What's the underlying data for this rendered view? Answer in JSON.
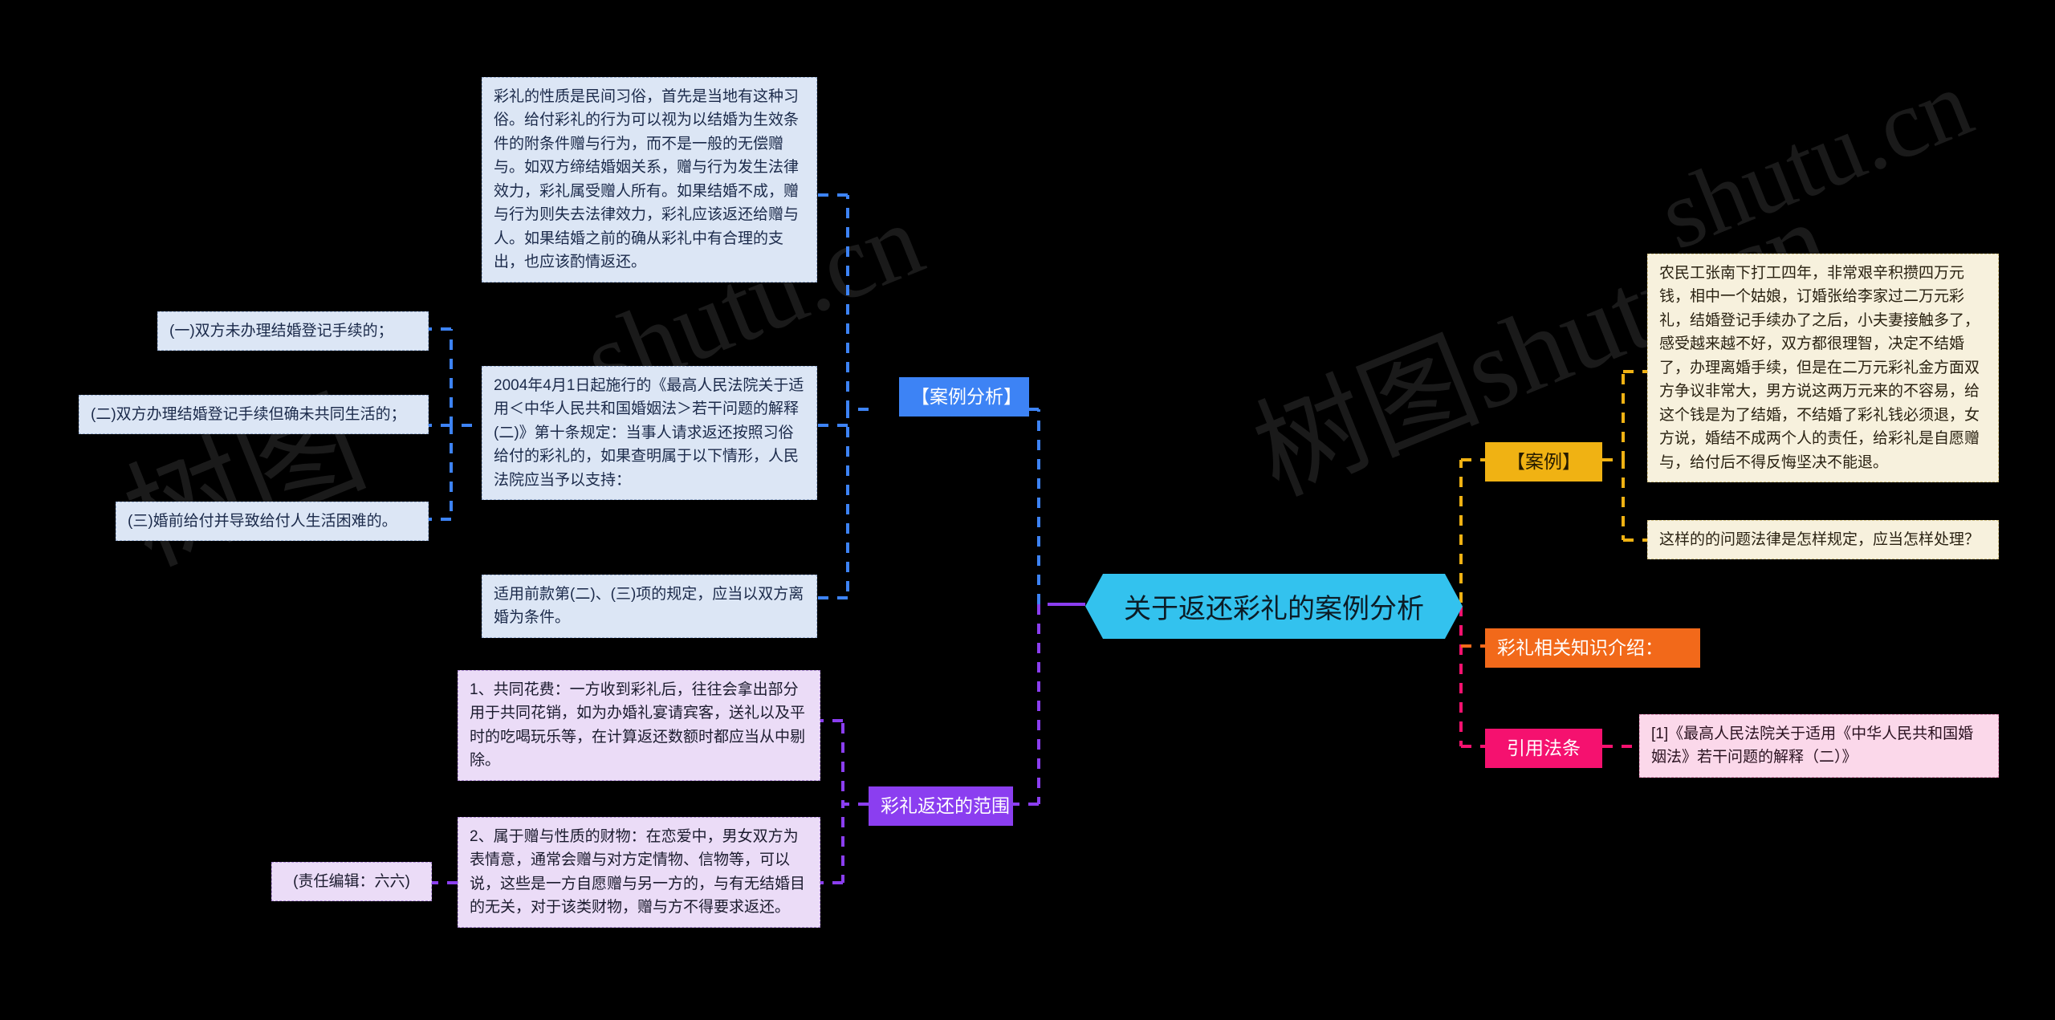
{
  "title": "关于返还彩礼的案例分析",
  "root": {
    "label": "关于返还彩礼的案例分析",
    "color": "#33c2ee"
  },
  "watermarks": [
    "shutu.cn",
    "树图",
    "树图shutu.cn",
    "shutu.cn"
  ],
  "branches": {
    "case_analysis": {
      "chip_label": "【案例分析】",
      "chip_color": "#3d83f5",
      "nodes": {
        "nature": "彩礼的性质是民间习俗，首先是当地有这种习俗。给付彩礼的行为可以视为以结婚为生效条件的附条件赠与行为，而不是一般的无偿赠与。如双方缔结婚姻关系，赠与行为发生法律效力，彩礼属受赠人所有。如果结婚不成，赠与行为则失去法律效力，彩礼应该返还给赠与人。如果结婚之前的确从彩礼中有合理的支出，也应该酌情返还。",
        "interpretation": "2004年4月1日起施行的《最高人民法院关于适用＜中华人民共和国婚姻法＞若干问题的解释(二)》第十条规定：当事人请求返还按照习俗给付的彩礼的，如果查明属于以下情形，人民法院应当予以支持：",
        "item1": "(一)双方未办理结婚登记手续的；",
        "item2": "(二)双方办理结婚登记手续但确未共同生活的；",
        "item3": "(三)婚前给付并导致给付人生活困难的。",
        "divorce_condition": "适用前款第(二)、(三)项的规定，应当以双方离婚为条件。"
      }
    },
    "return_scope": {
      "chip_label": "彩礼返还的范围",
      "chip_color": "#8b3ef0",
      "nodes": {
        "shared_cost": "1、共同花费：一方收到彩礼后，往往会拿出部分用于共同花销，如为办婚礼宴请宾客，送礼以及平时的吃喝玩乐等，在计算返还数额时都应当从中剔除。",
        "gift_property": "2、属于赠与性质的财物：在恋爱中，男女双方为表情意，通常会赠与对方定情物、信物等，可以说，这些是一方自愿赠与另一方的，与有无结婚目的无关，对于该类财物，赠与方不得要求返还。",
        "editor": "(责任编辑：六六)"
      }
    },
    "case": {
      "chip_label": "【案例】",
      "chip_color": "#f0b213",
      "nodes": {
        "story": "农民工张南下打工四年，非常艰辛积攒四万元钱，相中一个姑娘，订婚张给李家过二万元彩礼，结婚登记手续办了之后，小夫妻接触多了，感受越来越不好，双方都很理智，决定不结婚了，办理离婚手续，但是在二万元彩礼金方面双方争议非常大，男方说这两万元来的不容易，给这个钱是为了结婚，不结婚了彩礼钱必须退，女方说，婚结不成两个人的责任，给彩礼是自愿赠与，给付后不得反悔坚决不能退。",
        "question": "这样的的问题法律是怎样规定，应当怎样处理？"
      }
    },
    "knowledge": {
      "chip_label": "彩礼相关知识介绍：",
      "chip_color": "#f2691a"
    },
    "citation": {
      "chip_label": "引用法条",
      "chip_color": "#f5116f",
      "nodes": {
        "law": "[1]《最高人民法院关于适用《中华人民共和国婚姻法》若干问题的解释（二）》"
      }
    }
  }
}
